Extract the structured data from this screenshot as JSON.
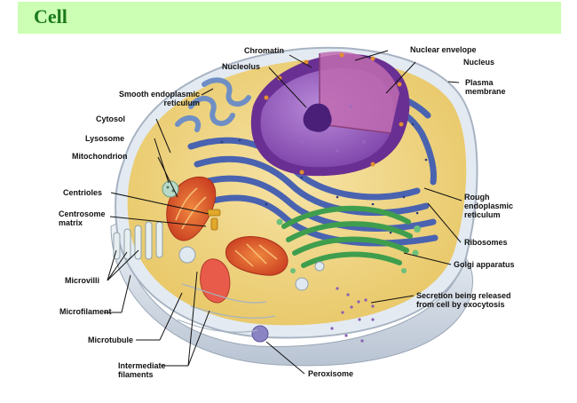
{
  "header": {
    "title": "Cell"
  },
  "labels": {
    "chromatin": "Chromatin",
    "nucleolus": "Nucleolus",
    "nuclear_envelope": "Nuclear envelope",
    "nucleus": "Nucleus",
    "plasma_membrane": "Plasma membrane",
    "smooth_er": "Smooth endoplasmic reticulum",
    "cytosol": "Cytosol",
    "lysosome": "Lysosome",
    "mitochondrion": "Mitochondrion",
    "centrioles": "Centrioles",
    "centrosome_matrix": "Centrosome matrix",
    "rough_er": "Rough endoplasmic reticulum",
    "ribosomes": "Ribosomes",
    "golgi": "Golgi apparatus",
    "microvilli": "Microvilli",
    "microfilament": "Microfilament",
    "secretion": "Secretion being released from cell by exocytosis",
    "microtubule": "Microtubule",
    "intermediate_filaments": "Intermediate filaments",
    "peroxisome": "Peroxisome"
  },
  "colors": {
    "title_bar": "#ccffb3",
    "title_text": "#1b7a1b",
    "cytoplasm": "#f2d98a",
    "nucleus": "#8e55b8",
    "rough_er": "#4a63b0",
    "golgi": "#3f9e4d",
    "mitochondrion": "#e0512c",
    "membrane": "#dfe6ee"
  }
}
